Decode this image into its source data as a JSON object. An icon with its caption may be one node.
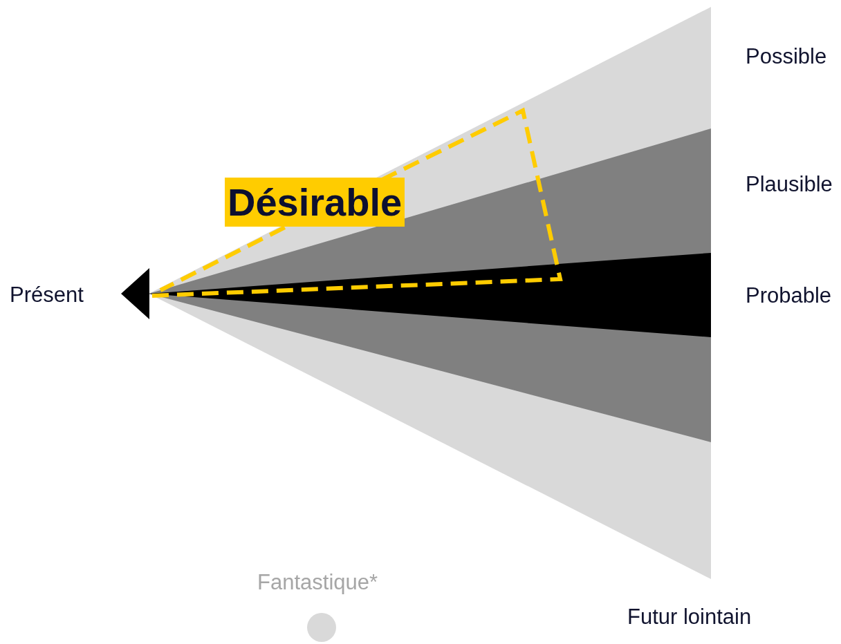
{
  "diagram": {
    "labels": [
      "Possible",
      "Désirable",
      "Plausible",
      "Présent",
      "Probable",
      "Fantastique*",
      "Futur lointain"
    ]
  }
}
